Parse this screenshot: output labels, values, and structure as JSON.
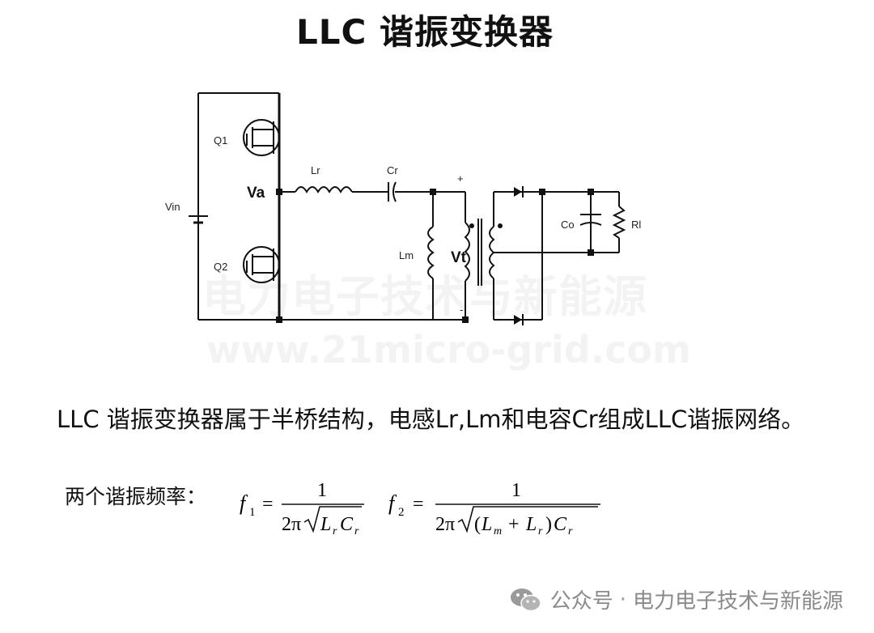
{
  "title": "LLC 谐振变换器",
  "circuit": {
    "labels": {
      "q1": "Q1",
      "q2": "Q2",
      "vin": "Vin",
      "va": "Va",
      "lr": "Lr",
      "cr": "Cr",
      "lm": "Lm",
      "vt": "Vt",
      "co": "Co",
      "rl": "Rl",
      "plus": "+",
      "minus": "-"
    }
  },
  "watermark": {
    "line1": "电力电子技术与新能源",
    "line2": "www.21micro-grid.com"
  },
  "description": "LLC 谐振变换器属于半桥结构，电感Lr,Lm和电容Cr组成LLC谐振网络。",
  "frequency_label": "两个谐振频率：",
  "formulas": {
    "f1_lhs": "f",
    "f1_sub": "1",
    "f2_lhs": "f",
    "f2_sub": "2",
    "equals": "=",
    "numerator": "1",
    "f1_den_coef": "2π",
    "f1_den_L": "L",
    "f1_den_L_sub": "r",
    "f1_den_C": "C",
    "f1_den_C_sub": "r",
    "f2_den_coef": "2π",
    "f2_den_open": "(",
    "f2_den_Lm": "L",
    "f2_den_Lm_sub": "m",
    "f2_den_plus": "+",
    "f2_den_Lr": "L",
    "f2_den_Lr_sub": "r",
    "f2_den_close": ")",
    "f2_den_C": "C",
    "f2_den_C_sub": "r"
  },
  "footer": {
    "icon": "wechat-icon",
    "prefix": "公众号",
    "separator": "·",
    "account": "电力电子技术与新能源"
  }
}
